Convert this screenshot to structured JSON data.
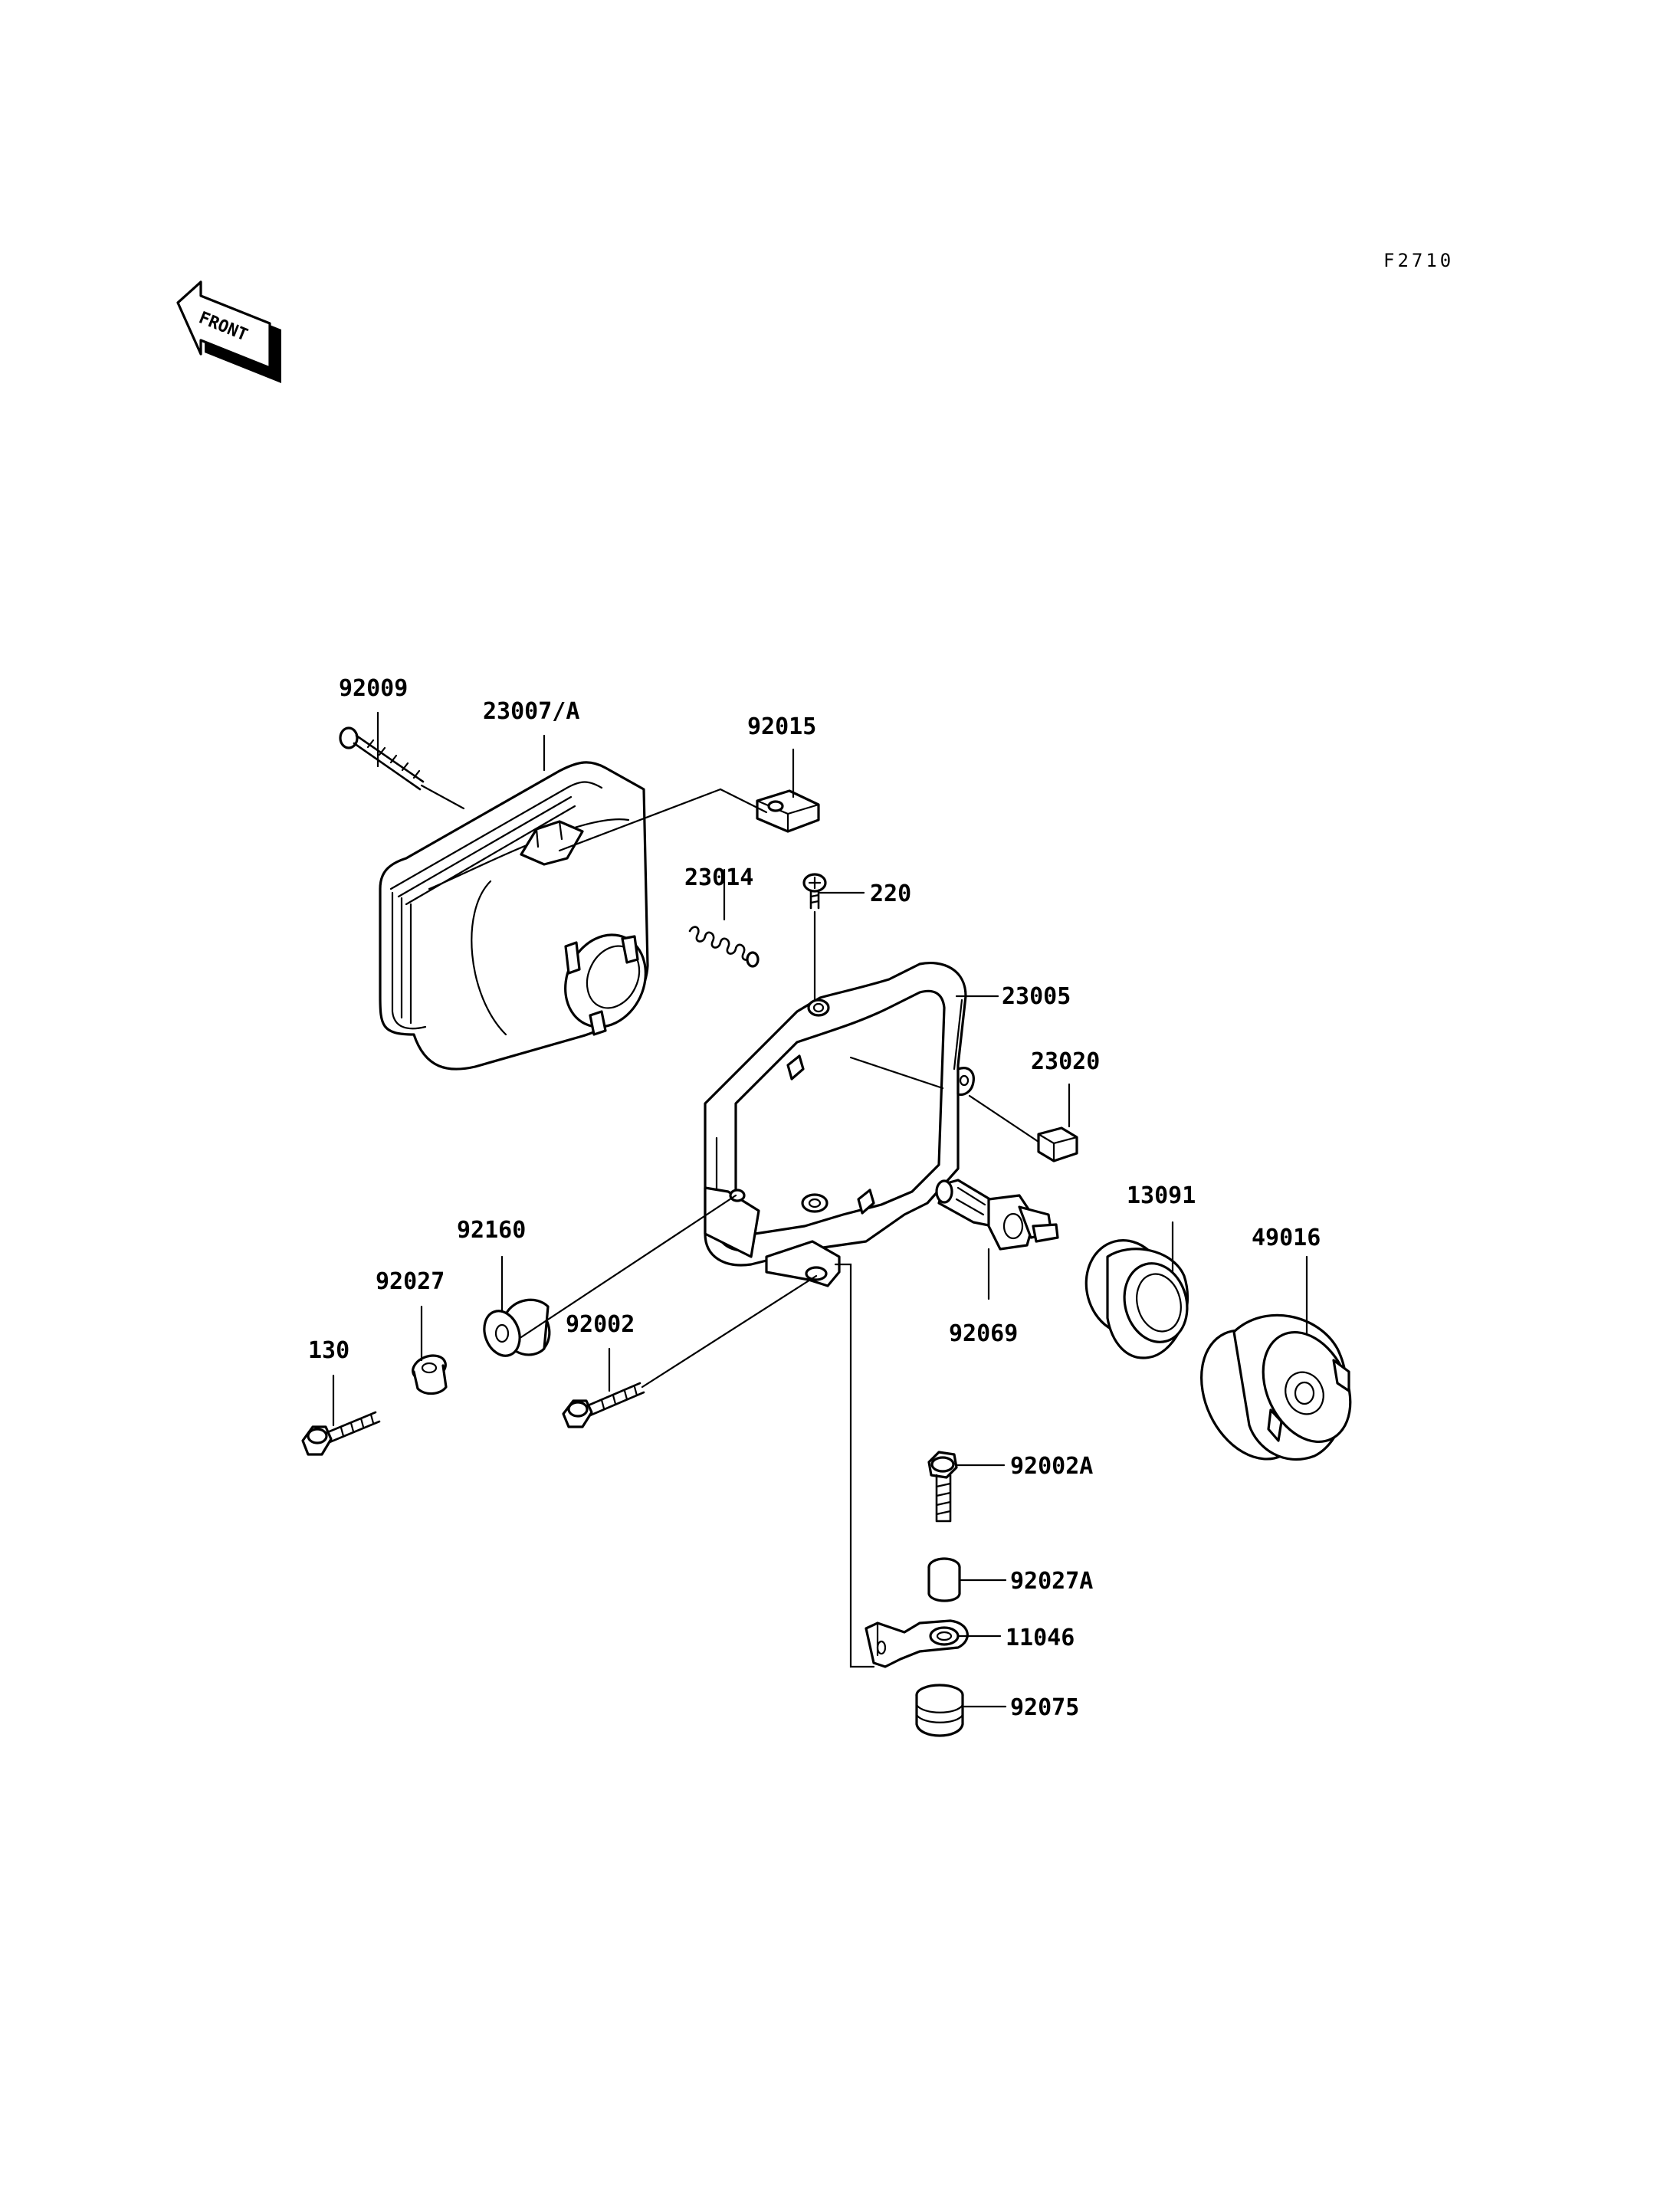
{
  "figure_code": "F2710",
  "front_label": "FRONT",
  "parts": {
    "p92009": "92009",
    "p23007A": "23007/A",
    "p92015": "92015",
    "p23014": "23014",
    "p220": "220",
    "p23005": "23005",
    "p23020": "23020",
    "p13091": "13091",
    "p49016": "49016",
    "p92160": "92160",
    "p92027": "92027",
    "p92002": "92002",
    "p130": "130",
    "p92069": "92069",
    "p92002A": "92002A",
    "p92027A": "92027A",
    "p11046": "11046",
    "p92075": "92075"
  }
}
